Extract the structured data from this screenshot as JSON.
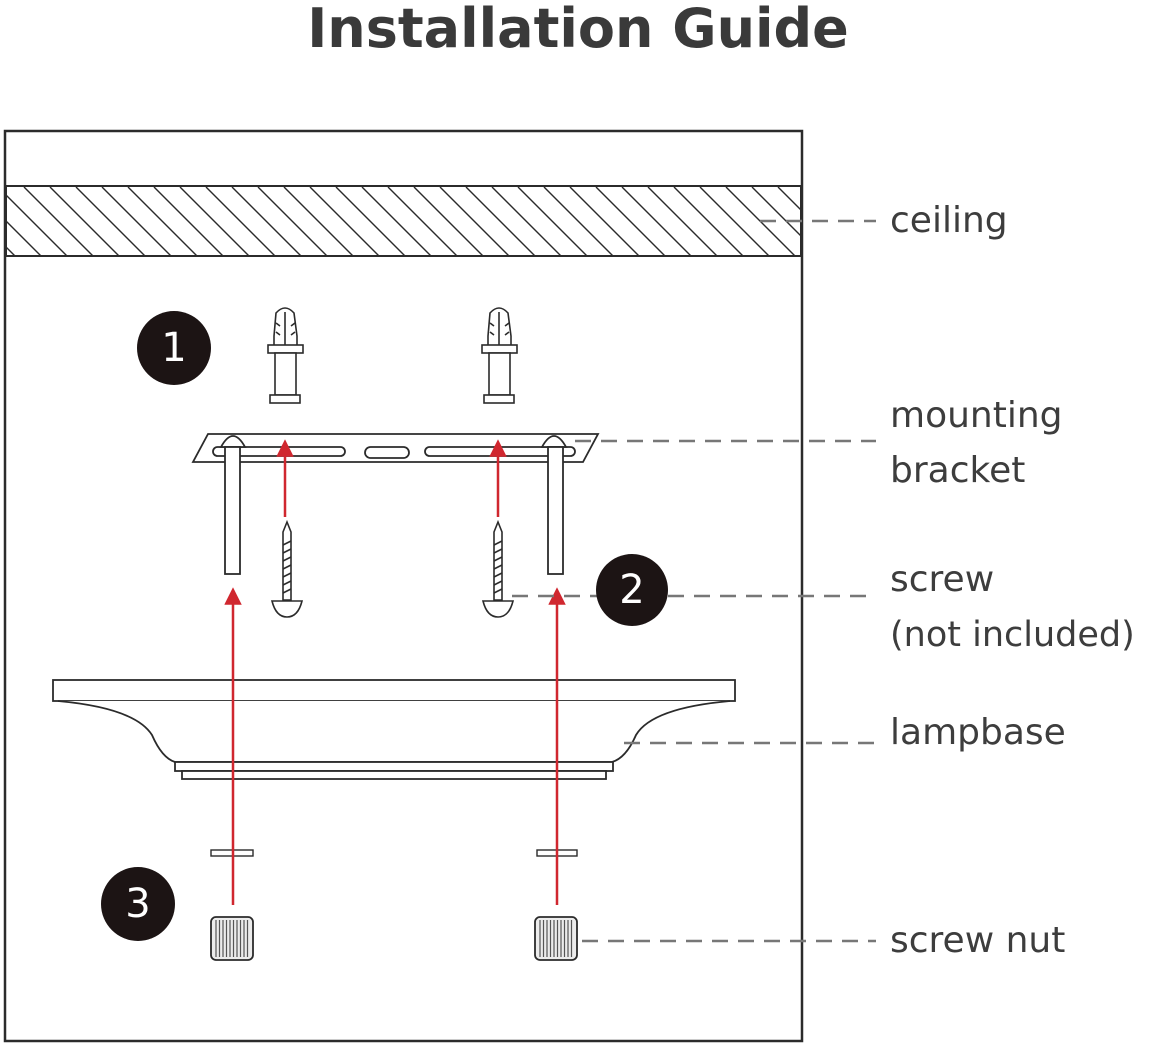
{
  "title": "Installation Guide",
  "steps": [
    "1",
    "2",
    "3"
  ],
  "labels": {
    "ceiling": "ceiling",
    "mounting_bracket": [
      "mounting",
      "bracket"
    ],
    "screw": [
      "screw",
      "(not included)"
    ],
    "lampbase": "lampbase",
    "screw_nut": "screw nut"
  },
  "colors": {
    "line": "#2b2b2b",
    "arrow": "#d0272f",
    "leader": "#777777",
    "text": "#3d3d3d",
    "badge": "#1c1414"
  }
}
